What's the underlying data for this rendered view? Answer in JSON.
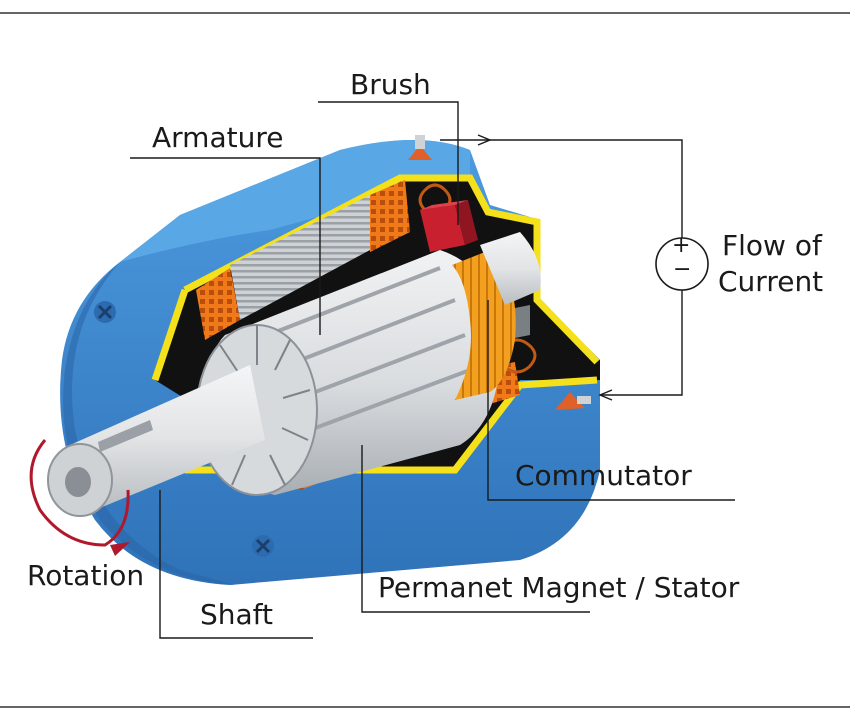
{
  "diagram": {
    "labels": {
      "brush": "Brush",
      "armature": "Armature",
      "flow_of_current_line1": "Flow of",
      "flow_of_current_line2": "Current",
      "commutator": "Commutator",
      "rotation": "Rotation",
      "permanent_magnet": "Permanet Magnet / Stator",
      "shaft": "Shaft"
    },
    "source_symbol": {
      "plus": "+",
      "minus": "−"
    },
    "colors": {
      "housing_blue": "#3a86d0",
      "housing_dark": "#2a5f9c",
      "housing_top": "#56a2e0",
      "insulation_yellow": "#f4e01b",
      "winding_orange": "#f07a1a",
      "brush_red": "#c8202f",
      "commutator_amber": "#f3a020",
      "steel_light": "#e6e8ea",
      "steel_mid": "#c4c8cc",
      "rotation_red": "#b0182c",
      "line_black": "#1a1a1a"
    }
  }
}
